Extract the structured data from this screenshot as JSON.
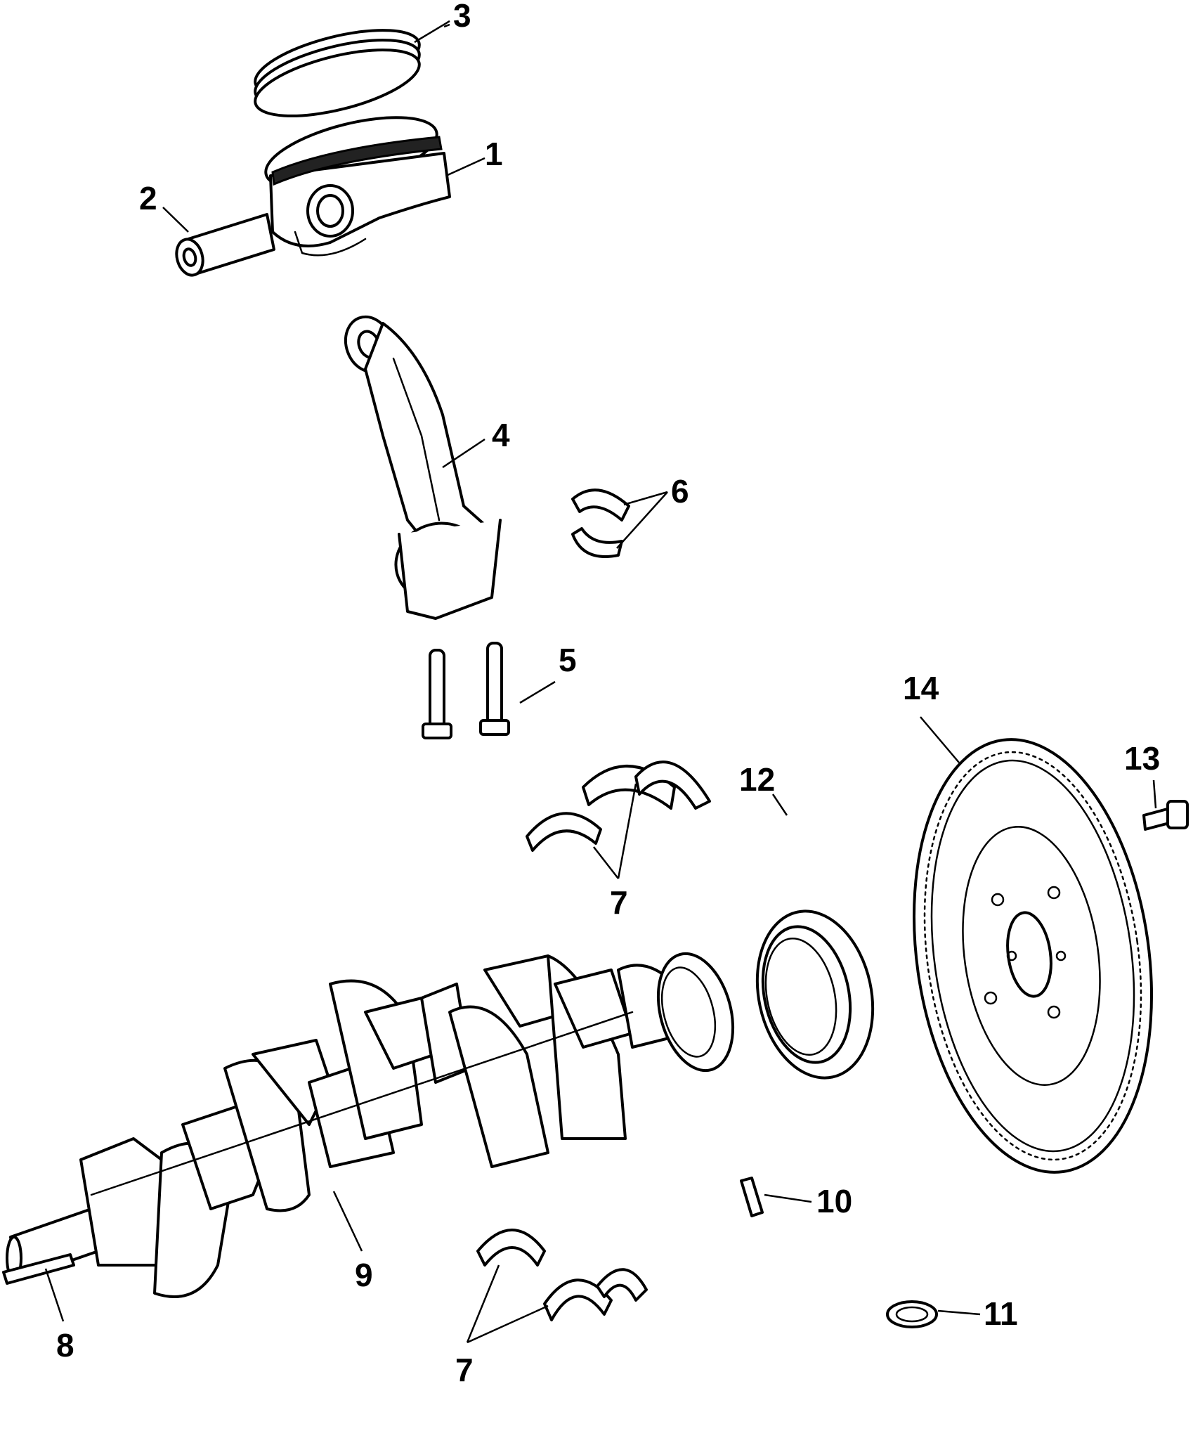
{
  "diagram": {
    "callouts": [
      {
        "id": "c3",
        "label": "3"
      },
      {
        "id": "c1",
        "label": "1"
      },
      {
        "id": "c2",
        "label": "2"
      },
      {
        "id": "c4",
        "label": "4"
      },
      {
        "id": "c6",
        "label": "6"
      },
      {
        "id": "c5",
        "label": "5"
      },
      {
        "id": "c14",
        "label": "14"
      },
      {
        "id": "c13",
        "label": "13"
      },
      {
        "id": "c7a",
        "label": "7"
      },
      {
        "id": "c12",
        "label": "12"
      },
      {
        "id": "c10",
        "label": "10"
      },
      {
        "id": "c9",
        "label": "9"
      },
      {
        "id": "c8",
        "label": "8"
      },
      {
        "id": "c11",
        "label": "11"
      },
      {
        "id": "c7b",
        "label": "7"
      }
    ]
  }
}
